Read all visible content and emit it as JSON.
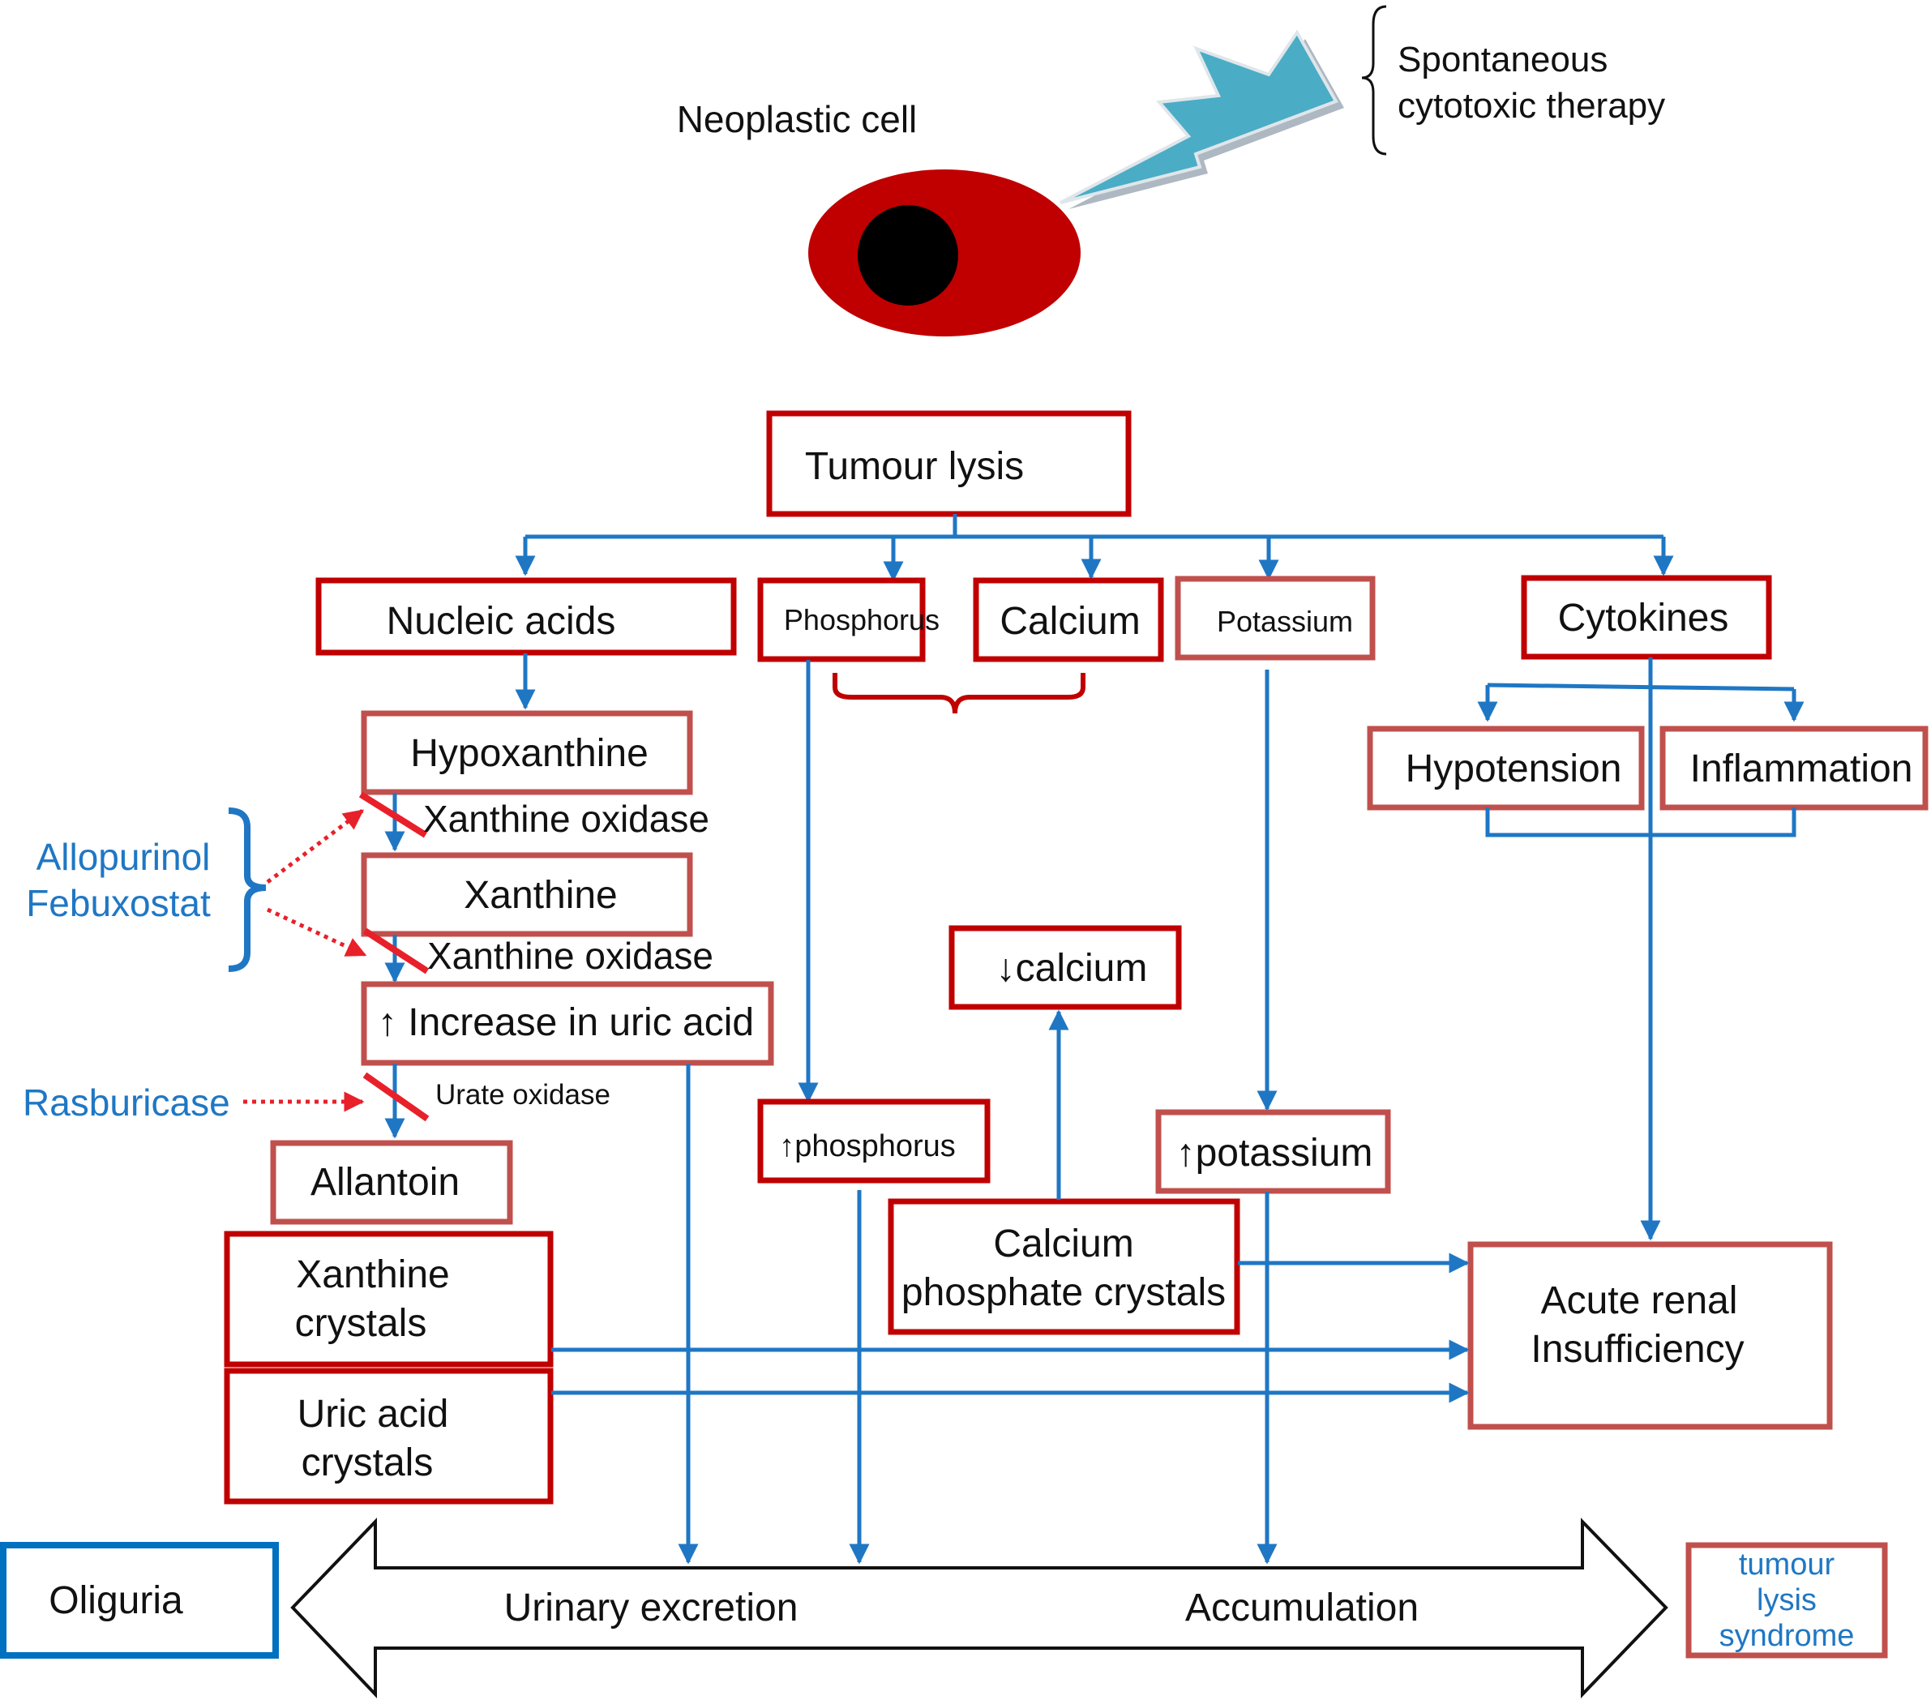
{
  "colors": {
    "dark_red": "#c00000",
    "light_red": "#c0504d",
    "flow_blue": "#1f77c4",
    "drug_blue": "#1f77c4",
    "lightning": "#4bacc6",
    "inhibit_red": "#e8202a"
  },
  "top": {
    "cell_label": "Neoplastic cell",
    "trigger_line1": "Spontaneous",
    "trigger_line2": "cytotoxic therapy"
  },
  "nodes": {
    "tumour_lysis": "Tumour lysis",
    "nucleic_acids": "Nucleic acids",
    "phosphorus": "Phosphorus",
    "calcium": "Calcium",
    "potassium": "Potassium",
    "cytokines": "Cytokines",
    "hypoxanthine": "Hypoxanthine",
    "xanthine_oxidase_1": "Xanthine oxidase",
    "xanthine": "Xanthine",
    "xanthine_oxidase_2": "Xanthine oxidase",
    "uric_acid_increase": "↑ Increase in uric acid",
    "urate_oxidase": "Urate oxidase",
    "allantoin": "Allantoin",
    "xanthine_crystals_line1": "Xanthine",
    "xanthine_crystals_line2": "crystals",
    "uric_acid_crystals_line1": "Uric acid",
    "uric_acid_crystals_line2": "crystals",
    "hypotension": "Hypotension",
    "inflammation": "Inflammation",
    "low_calcium": "↓calcium",
    "high_phosphorus": "↑phosphorus",
    "high_potassium": "↑potassium",
    "ca_phos_crystals_line1": "Calcium",
    "ca_phos_crystals_line2": "phosphate crystals",
    "aki_line1": "Acute renal",
    "aki_line2": "Insufficiency"
  },
  "drugs": {
    "xo_inhibitor_1": "Allopurinol",
    "xo_inhibitor_2": "Febuxostat",
    "uricase": "Rasburicase"
  },
  "bottom": {
    "oliguria": "Oliguria",
    "urinary_excretion": "Urinary excretion",
    "accumulation": "Accumulation",
    "tls_line1": "tumour",
    "tls_line2": "lysis",
    "tls_line3": "syndrome"
  }
}
